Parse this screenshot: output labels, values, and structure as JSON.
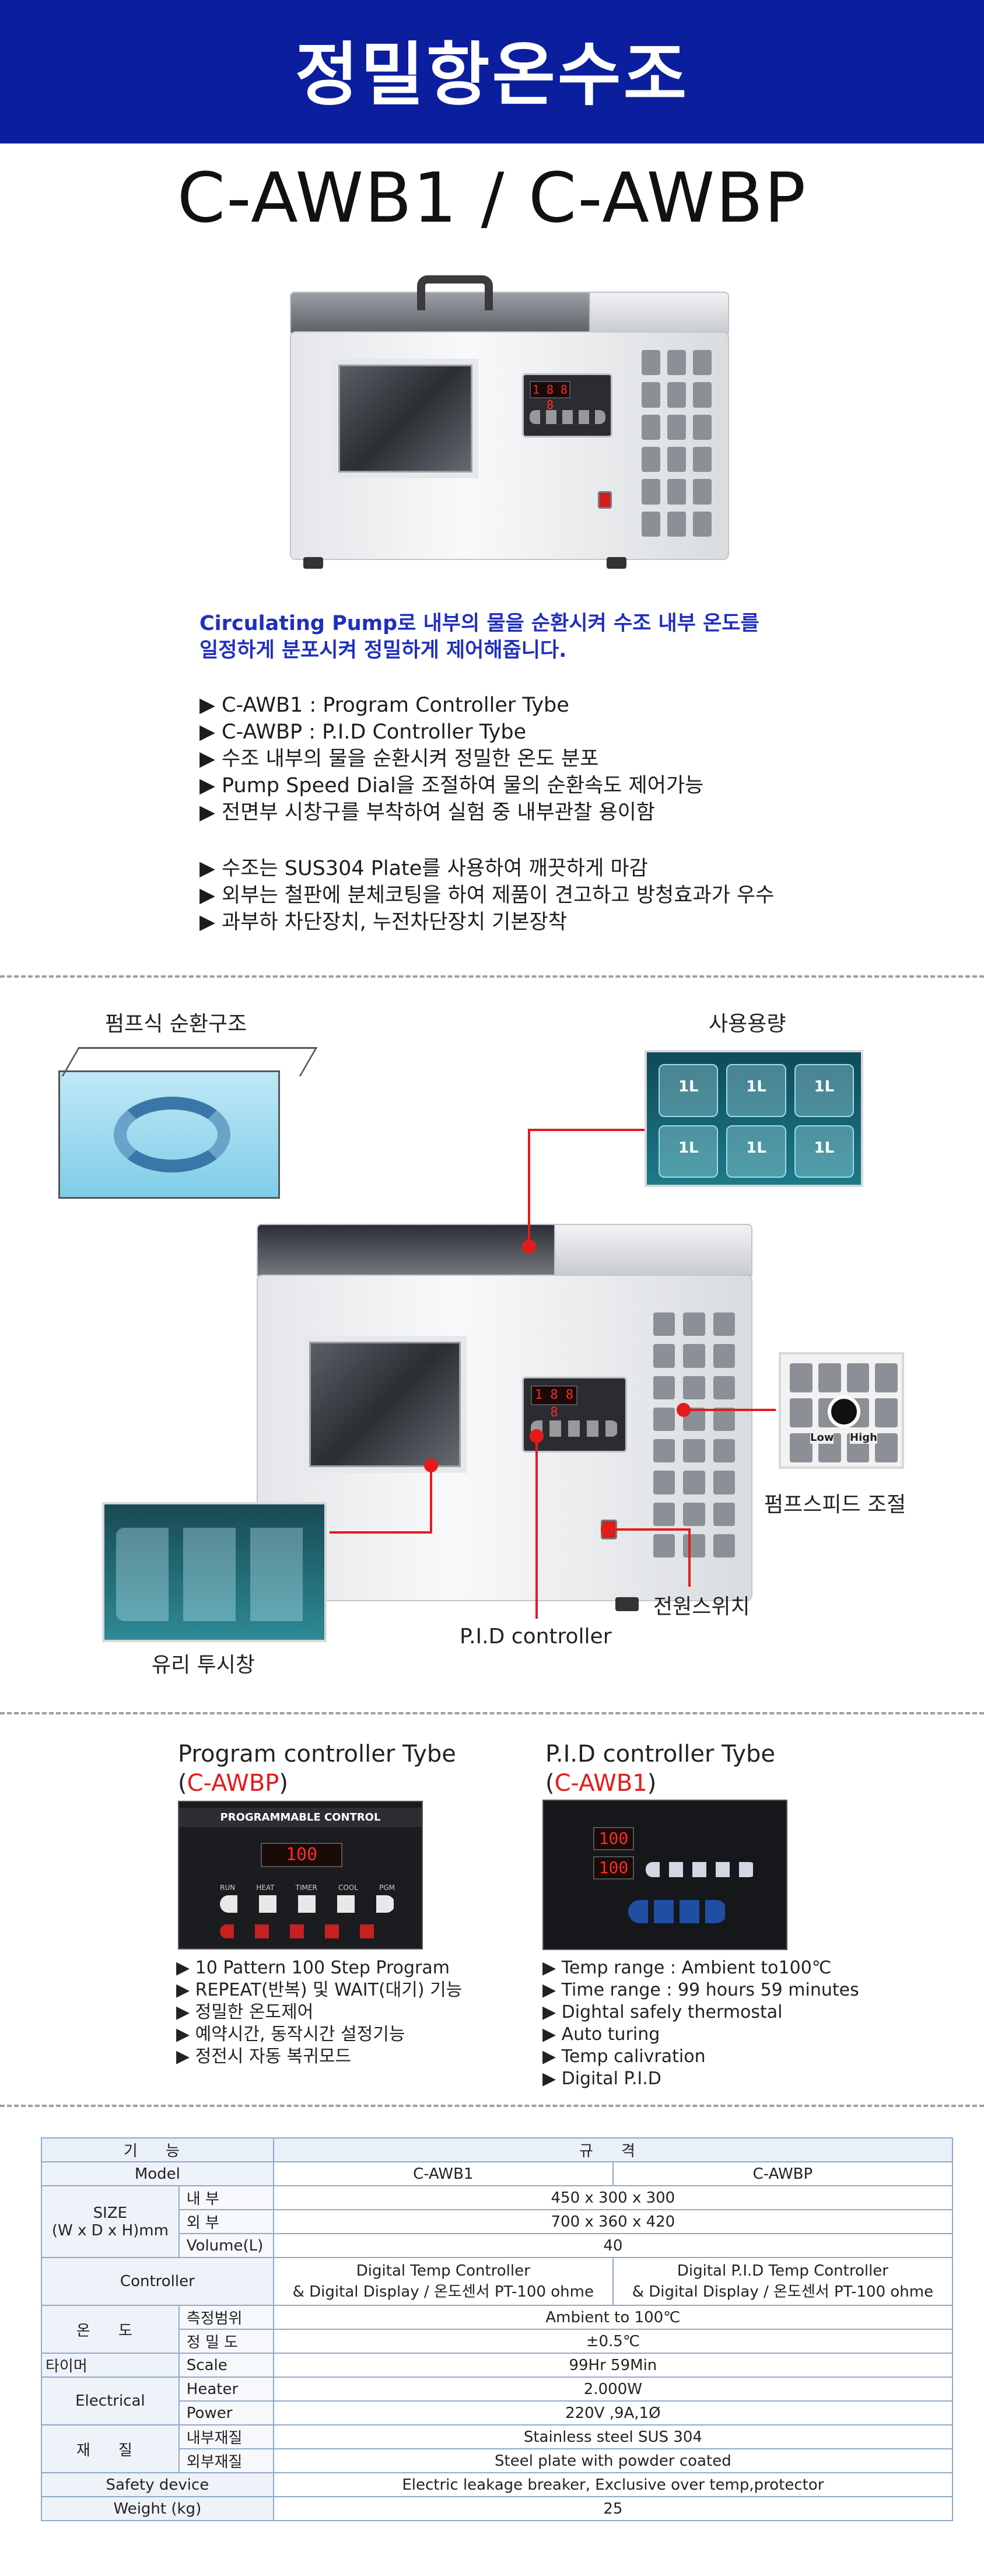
{
  "banner": {
    "title": "정밀항온수조"
  },
  "model_title": "C-AWB1 / C-AWBP",
  "device_display": "1 8 8 8",
  "intro": {
    "line1": "Circulating Pump로 내부의 물을 순환시켜 수조 내부 온도를",
    "line2": "일정하게 분포시켜 정밀하게  제어해줍니다."
  },
  "features_a": [
    "▶ C-AWB1 : Program Controller Tybe",
    "▶ C-AWBP : P.I.D Controller Tybe",
    "▶ 수조 내부의 물을 순환시켜 정밀한 온도 분포",
    "▶ Pump Speed Dial을 조절하여 물의 순환속도 제어가능",
    "▶ 전면부 시창구를 부착하여 실험 중 내부관찰 용이함"
  ],
  "features_b": [
    "▶ 수조는 SUS304 Plate를 사용하여 깨끗하게 마감",
    "▶ 외부는 철판에 분체코팅을 하여 제품이 견고하고 방청효과가 우수",
    "▶ 과부하 차단장치, 누전차단장치 기본장착"
  ],
  "detail": {
    "pump_structure": "펌프식 순환구조",
    "capacity": "사용용량",
    "capacity_marks": [
      "1L",
      "1L",
      "1L",
      "1L",
      "1L",
      "1L"
    ],
    "pump_speed": "펌프스피드 조절",
    "dial_low": "Low",
    "dial_high": "High",
    "power_switch": "전원스위치",
    "pid_controller": "P.I.D controller",
    "glass_window": "유리 투시창"
  },
  "controllers": {
    "program": {
      "title": "Program controller Tybe",
      "model": "C-AWBP",
      "panel_title": "PROGRAMMABLE CONTROL",
      "panel_display": "100",
      "panel_buttons": [
        "RUN",
        "HEAT",
        "TIMER",
        "COOL",
        "PGM"
      ],
      "features": [
        "▶ 10 Pattern 100 Step Program",
        "▶ REPEAT(반복) 및 WAIT(대기) 기능",
        "▶ 정밀한 온도제어",
        "▶ 예약시간, 동작시간 설정기능",
        "▶ 정전시 자동 복귀모드"
      ]
    },
    "pid": {
      "title": "P.I.D controller Tybe",
      "model": "C-AWB1",
      "panel_display_pv": "100",
      "panel_display_sv": "100",
      "features": [
        "▶ Temp range : Ambient to100℃",
        "▶ Time range : 99 hours 59 minutes",
        "▶ Dightal safely thermostal",
        "▶ Auto turing",
        "▶ Temp calivration",
        "▶ Digital P.I.D"
      ]
    }
  },
  "spec": {
    "h_func": "기 능",
    "h_spec": "규 격",
    "model": "Model",
    "m1": "C-AWB1",
    "m2": "C-AWBP",
    "size": "SIZE",
    "size_unit": "(W x D x H)mm",
    "inner": "내 부",
    "inner_v": "450 x 300 x 300",
    "outer": "외 부",
    "outer_v": "700 x 360 x 420",
    "volume": "Volume(L)",
    "volume_v": "40",
    "controller": "Controller",
    "ctrl1_a": "Digital Temp Controller",
    "ctrl1_b": "& Digital Display / 온도센서 PT-100 ohme",
    "ctrl2_a": "Digital P.I.D Temp Controller",
    "ctrl2_b": "& Digital Display / 온도센서 PT-100 ohme",
    "temp": "온 도",
    "range": "측정범위",
    "range_v": "Ambient to 100℃",
    "accuracy": "정 밀 도",
    "accuracy_v": "±0.5℃",
    "timer": "타이머",
    "scale": "Scale",
    "scale_v": "99Hr 59Min",
    "electrical": "Electrical",
    "heater": "Heater",
    "heater_v": "2.000W",
    "power": "Power",
    "power_v": "220V ,9A,1Ø",
    "material": "재 질",
    "inner_mat": "내부재질",
    "inner_mat_v": "Stainless steel SUS 304",
    "outer_mat": "외부재질",
    "outer_mat_v": "Steel plate with powder coated",
    "safety": "Safety device",
    "safety_v": "Electric leakage breaker, Exclusive over temp,protector",
    "weight": "Weight (kg)",
    "weight_v": "25"
  }
}
